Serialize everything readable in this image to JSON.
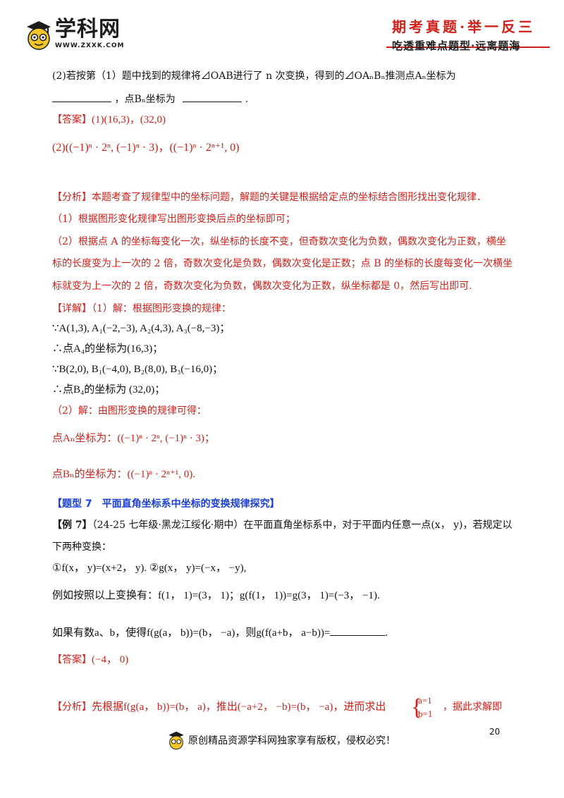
{
  "header": {
    "logo_text": "学科网",
    "logo_url": "WWW.ZXXK.COM",
    "slogan_top": "期考真题·举一反三",
    "slogan_bottom": "吃透重难点题型·远离题海",
    "colors": {
      "red": "#d0201a",
      "logo_dark": "#1c1c1c",
      "face_yellow": "#f4c52a"
    }
  },
  "q2": {
    "line1": "(2)若按第（1）题中找到的规律将⊿OAB进行了 n 次变换，得到的⊿OAₙBₙ推测点Aₙ坐标为",
    "line2_mid": "，点Bₙ坐标为",
    "line2_end": "."
  },
  "answer": {
    "label": "【答案】",
    "a1": "(1)(16,3)，(32,0)",
    "a2": "(2)((−1)ⁿ · 2ⁿ, (−1)ⁿ · 3)，((−1)ⁿ · 2ⁿ⁺¹, 0)"
  },
  "analysis": {
    "label": "【分析】",
    "l1": "本题考查了规律型中的坐标问题，解题的关键是根据给定点的坐标结合图形找出变化规律．",
    "l2": "（1）根据图形变化规律写出图形变换后点的坐标即可；",
    "l3": "（2）根据点 A 的坐标每变化一次，纵坐标的长度不变，但奇数次变化为负数，偶数次变化为正数，横坐",
    "l4": "标的长度变为上一次的 2 倍，奇数次变化是负数，偶数次变化是正数；点 B 的坐标的长度每变化一次横坐",
    "l5": "标就变为上一次的 2 倍，奇数次变化为负数，偶数次变化为正数，纵坐标都是 0，然后写出即可."
  },
  "detail": {
    "label": "【详解】",
    "l1": "（1）解：根据图形变换的规律：",
    "l2": "∵A(1,3), A₁(−2,−3), A₂(4,3), A₃(−8,−3)；",
    "l3": "∴点A₄的坐标为(16,3)；",
    "l4": "∵B(2,0), B₁(−4,0), B₂(8,0), B₃(−16,0)；",
    "l5": "∴点B₄的坐标为 (32,0)；",
    "l6": "（2）解：由图形变换的规律可得：",
    "l7": "点Aₙ坐标为：((−1)ⁿ · 2ⁿ, (−1)ⁿ · 3)；",
    "l8": "点Bₙ的坐标为：((−1)ⁿ · 2ⁿ⁺¹, 0)."
  },
  "type7": {
    "heading": "【题型 7　平面直角坐标系中坐标的变换规律探究】",
    "ex_label": "【例 7】",
    "ex_l1": "（24-25 七年级·黑龙江绥化·期中）在平面直角坐标系中，对于平面内任意一点(x， y)，若规定以",
    "ex_l2": "下两种变换：",
    "ex_l3": "①f(x， y)=(x+2， y).  ②g(x， y)=(−x， −y),",
    "ex_l4": "例如按照以上变换有：f(1， 1)=(3， 1)；g(f(1， 1))=g(3， 1)=(−3， −1).",
    "ex_l5": "如果有数a、b，使得f(g(a， b))=(b， −a)，则g(f(a+b， a−b))=",
    "ex_l5_end": "."
  },
  "answer7": {
    "label": "【答案】",
    "text": "(−4， 0)"
  },
  "analysis7": {
    "label": "【分析】",
    "text": "先根据f(g(a， b))=(b， a)，推出(−a+2， −b)=(b， −a)，进而求出",
    "system_top": "a=1",
    "system_bottom": "b=1",
    "text_end": "，据此求解即"
  },
  "footer": {
    "page_number": "20",
    "copyright": "原创精品资源学科网独家享有版权，侵权必究！"
  }
}
